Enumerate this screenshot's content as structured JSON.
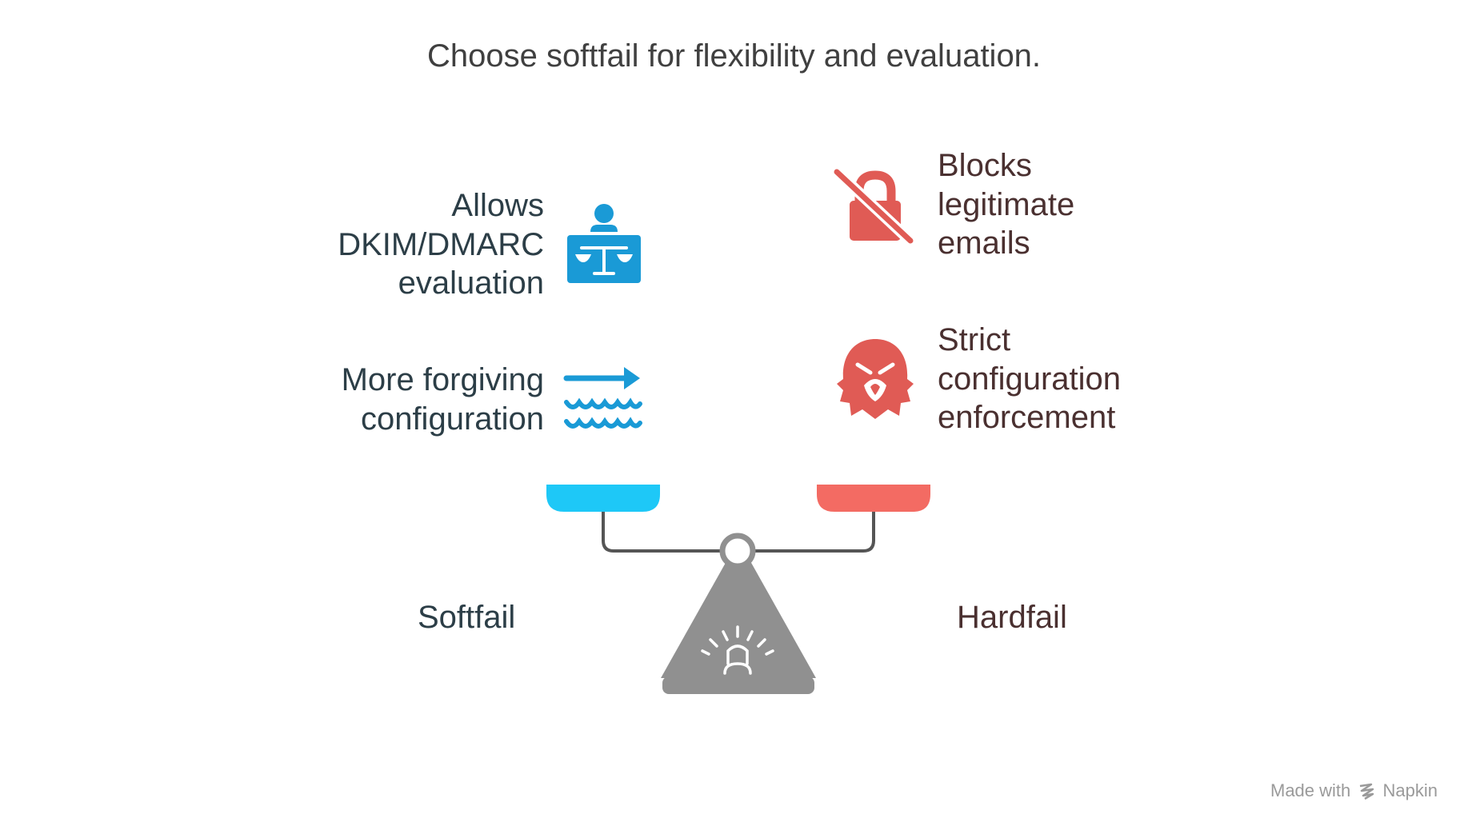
{
  "title": "Choose softfail for flexibility and evaluation.",
  "softfail": {
    "label": "Softfail",
    "color": "#1ec8f7",
    "points": [
      {
        "text": "Allows\nDKIM/DMARC\nevaluation",
        "icon": "evaluation-scale-icon"
      },
      {
        "text": "More forgiving\nconfiguration",
        "icon": "forgiving-waves-arrow-icon"
      }
    ]
  },
  "hardfail": {
    "label": "Hardfail",
    "color": "#f36b63",
    "points": [
      {
        "text": "Blocks\nlegitimate\nemails",
        "icon": "blocked-lock-icon"
      },
      {
        "text": "Strict\nconfiguration\nenforcement",
        "icon": "eagle-icon"
      }
    ]
  },
  "icon_colors": {
    "blue": "#1a9ad6",
    "red": "#e05b55"
  },
  "scale": {
    "body_color": "#909090",
    "arm_color": "#555555"
  },
  "footer": {
    "prefix": "Made with",
    "brand": "Napkin"
  }
}
